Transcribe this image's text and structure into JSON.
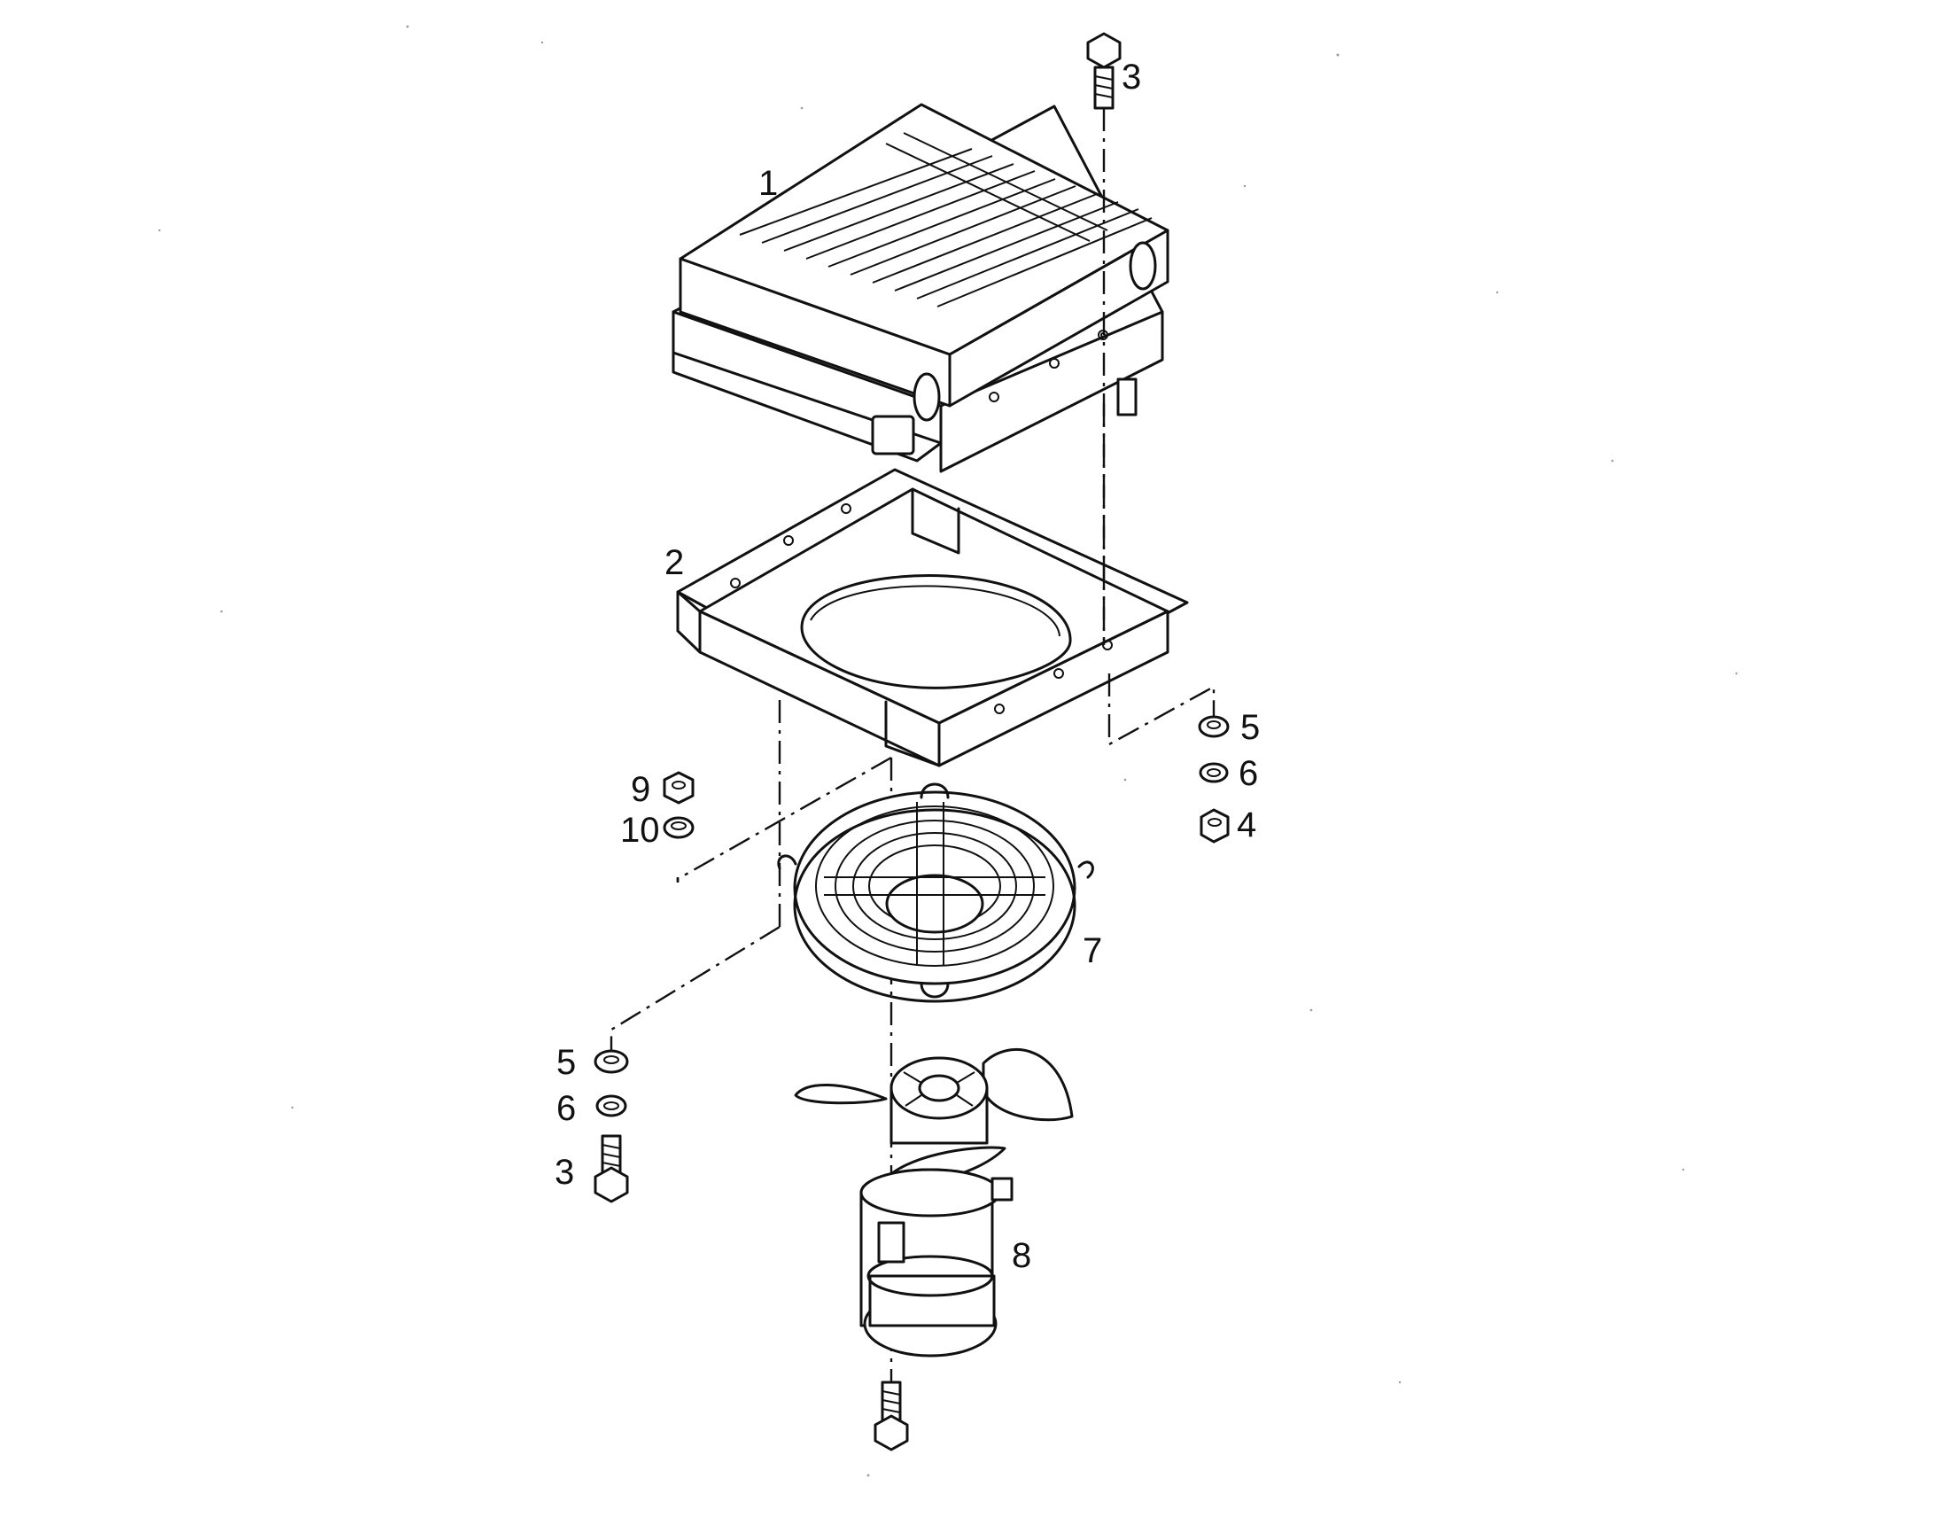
{
  "labels": {
    "p1": "1",
    "p2": "2",
    "p3_top": "3",
    "p3_bottom": "3",
    "p4": "4",
    "p5_right": "5",
    "p5_left": "5",
    "p6_right": "6",
    "p6_left": "6",
    "p7": "7",
    "p8": "8",
    "p9": "9",
    "p10": "10"
  }
}
